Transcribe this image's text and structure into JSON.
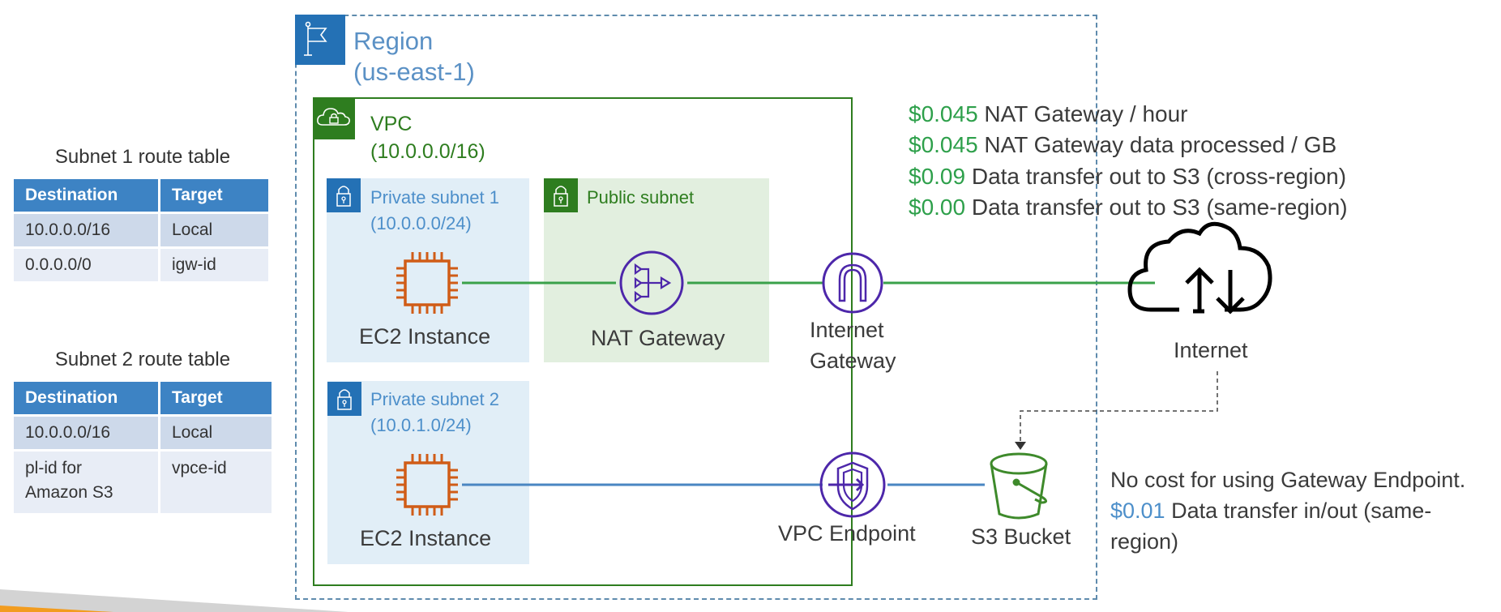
{
  "route_tables": [
    {
      "title": "Subnet 1 route table",
      "columns": [
        "Destination",
        "Target"
      ],
      "rows": [
        {
          "destination": "10.0.0.0/16",
          "target": "Local"
        },
        {
          "destination": "0.0.0.0/0",
          "target": "igw-id"
        }
      ]
    },
    {
      "title": "Subnet 2 route table",
      "columns": [
        "Destination",
        "Target"
      ],
      "rows": [
        {
          "destination": "10.0.0.0/16",
          "target": "Local"
        },
        {
          "destination": "pl-id for Amazon S3",
          "destination_lines": [
            "pl-id for",
            "Amazon S3"
          ],
          "target": "vpce-id"
        }
      ]
    }
  ],
  "region": {
    "title": "Region",
    "name": "(us-east-1)",
    "icon": "flag-icon"
  },
  "vpc": {
    "title": "VPC",
    "cidr": "(10.0.0.0/16)",
    "icon": "cloud-lock-icon"
  },
  "subnets": {
    "private1": {
      "title": "Private subnet 1",
      "cidr": "(10.0.0.0/24)",
      "icon": "lock-icon"
    },
    "public": {
      "title": "Public subnet",
      "icon": "lock-icon"
    },
    "private2": {
      "title": "Private subnet 2",
      "cidr": "(10.0.1.0/24)",
      "icon": "lock-icon"
    }
  },
  "nodes": {
    "ec2_1": {
      "label": "EC2 Instance",
      "icon": "ec2-chip-icon"
    },
    "nat": {
      "label": "NAT Gateway",
      "icon": "nat-gateway-icon"
    },
    "igw": {
      "label_line1": "Internet",
      "label_line2": "Gateway",
      "icon": "internet-gateway-icon"
    },
    "internet": {
      "label": "Internet",
      "icon": "cloud-upload-download-icon"
    },
    "ec2_2": {
      "label": "EC2 Instance",
      "icon": "ec2-chip-icon"
    },
    "vpce": {
      "label": "VPC Endpoint",
      "icon": "vpc-endpoint-icon"
    },
    "s3": {
      "label": "S3 Bucket",
      "icon": "s3-bucket-icon"
    }
  },
  "pricing": [
    {
      "amount": "$0.045",
      "text": " NAT Gateway / hour"
    },
    {
      "amount": "$0.045",
      "text": " NAT Gateway data processed / GB"
    },
    {
      "amount": "$0.09",
      "text": " Data transfer out to S3 (cross-region)"
    },
    {
      "amount": "$0.00",
      "text": " Data transfer out to S3 (same-region)"
    }
  ],
  "endpoint_note": {
    "line1": "No cost for using Gateway Endpoint.",
    "amount": "$0.01",
    "text": " Data transfer in/out (same-region)"
  },
  "colors": {
    "aws_blue": "#2471b5",
    "aws_green": "#2e7d1f",
    "price_green": "#2ea04b",
    "price_blue": "#4d8fca",
    "ec2_orange": "#d05c17",
    "network_purple": "#4d27aa",
    "table_header": "#3d83c4"
  }
}
